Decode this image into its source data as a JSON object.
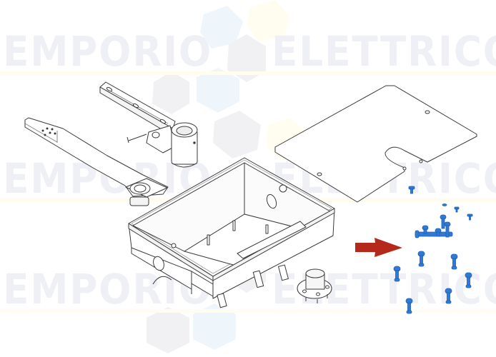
{
  "watermark": {
    "left_word": "EMPORIO",
    "right_word": "ELETTRICO",
    "rows": 3,
    "colors": {
      "text": "#eff0f5",
      "hex_blue": "#eef6fb",
      "hex_yellow": "#fffdf0",
      "hex_gray": "#f1f1f4"
    }
  },
  "diagram": {
    "type": "exploded-parts-drawing",
    "parts": [
      {
        "id": "operating-arm",
        "label": ""
      },
      {
        "id": "release-lever-arm",
        "label": ""
      },
      {
        "id": "foundation-box",
        "label": ""
      },
      {
        "id": "cover-plate",
        "label": ""
      },
      {
        "id": "pivot-hub",
        "label": ""
      },
      {
        "id": "screw-kit",
        "label": "",
        "highlighted": true
      }
    ],
    "highlight_color": "#2f7ad6",
    "arrow_color": "#b5281c",
    "line_color": "#3a3a3a"
  }
}
